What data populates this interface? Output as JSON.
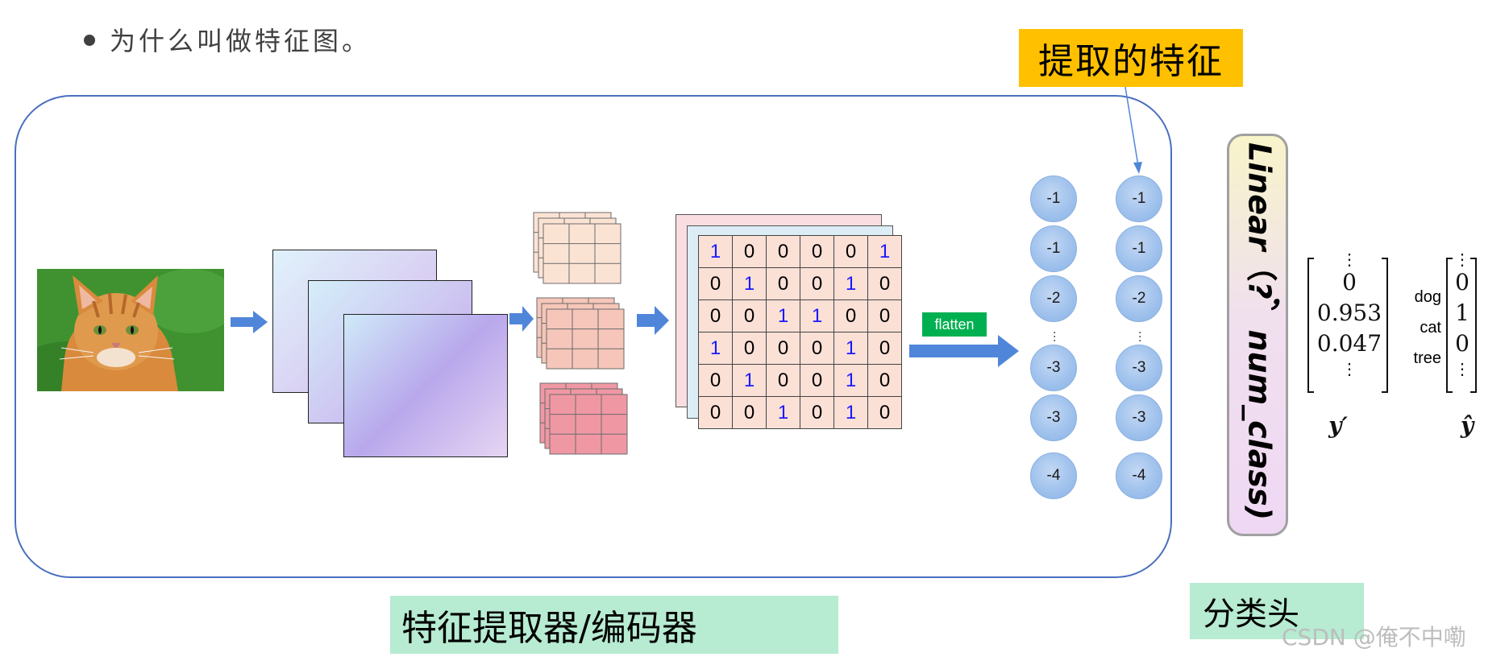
{
  "header": {
    "bullet_text": "为什么叫做特征图。"
  },
  "encoder_label": "特征提取器/编码器",
  "head_label": "分类头",
  "feature_callout": "提取的特征",
  "flatten_label": "flatten",
  "linear_label": "Linear（?，num_class)",
  "feature_map": [
    [
      1,
      0,
      0,
      0,
      0,
      1
    ],
    [
      0,
      1,
      0,
      0,
      1,
      0
    ],
    [
      0,
      0,
      1,
      1,
      0,
      0
    ],
    [
      1,
      0,
      0,
      0,
      1,
      0
    ],
    [
      0,
      1,
      0,
      0,
      1,
      0
    ],
    [
      0,
      0,
      1,
      0,
      1,
      0
    ]
  ],
  "feature_vector_1": [
    "-1",
    "-1",
    "-2",
    "-3",
    "-3",
    "-4"
  ],
  "feature_vector_2": [
    "-1",
    "-1",
    "-2",
    "-3",
    "-3",
    "-4"
  ],
  "prediction": {
    "values": [
      "0",
      "0.953",
      "0.047"
    ],
    "symbol": "y′"
  },
  "target": {
    "class_names": [
      "dog",
      "cat",
      "tree"
    ],
    "values": [
      "0",
      "1",
      "0"
    ],
    "symbol": "ŷ"
  },
  "watermark": "CSDN @俺不中嘞",
  "colors": {
    "container_border": "#4a6fbf",
    "arrow": "#4f86d9",
    "callout": "#ffc000",
    "green_label": "#b7ebd2",
    "flatten": "#00b050",
    "one_digit": "#1a1aff"
  },
  "icons": {
    "input_image": "cat-photo",
    "arrows": "right-arrow-icon"
  }
}
